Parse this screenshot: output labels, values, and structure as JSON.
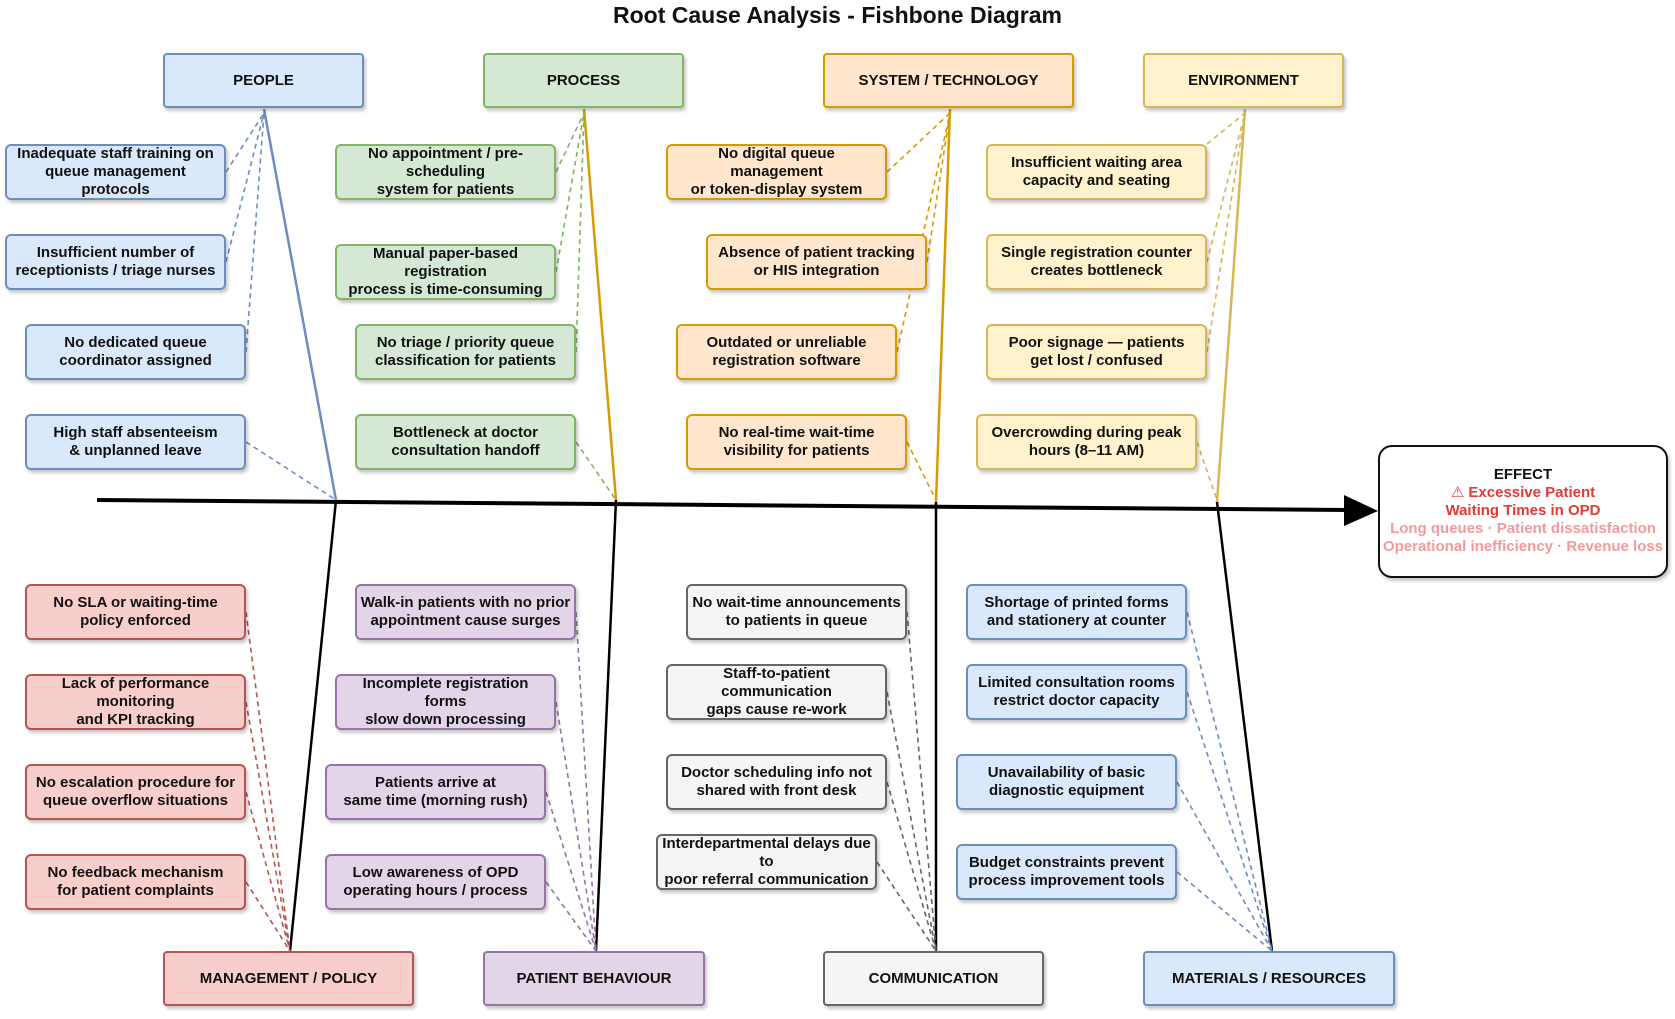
{
  "title": "Root Cause Analysis - Fishbone Diagram",
  "effect": {
    "heading": "EFFECT",
    "line1": "⚠ Excessive Patient",
    "line2": "Waiting Times in OPD",
    "line3": "Long queues · Patient dissatisfaction",
    "line4": "Operational inefficiency · Revenue loss"
  },
  "categories": {
    "people": {
      "label": "PEOPLE",
      "color": "#6c8ebf",
      "fill": "#dae8fc",
      "causes": [
        "Inadequate staff training on\nqueue management protocols",
        "Insufficient number of\nreceptionists / triage nurses",
        "No dedicated queue\ncoordinator assigned",
        "High staff absenteeism\n& unplanned leave"
      ]
    },
    "process": {
      "label": "PROCESS",
      "color": "#82b366",
      "fill": "#d5e8d4",
      "causes": [
        "No appointment / pre-\nscheduling\nsystem for patients",
        "Manual paper-based\nregistration\nprocess is time-consuming",
        "No triage / priority queue\nclassification for patients",
        "Bottleneck at doctor\nconsultation handoff"
      ]
    },
    "system": {
      "label": "SYSTEM / TECHNOLOGY",
      "color": "#d79b00",
      "fill": "#ffe6cc",
      "causes": [
        "No digital queue management\nor token-display system",
        "Absence of patient tracking\nor HIS integration",
        "Outdated or unreliable\nregistration software",
        "No real-time wait-time\nvisibility for patients"
      ]
    },
    "environment": {
      "label": "ENVIRONMENT",
      "color": "#d6b656",
      "fill": "#fff2cc",
      "causes": [
        "Insufficient waiting area\ncapacity and seating",
        "Single registration counter\ncreates bottleneck",
        "Poor signage — patients\nget lost / confused",
        "Overcrowding during peak\nhours (8–11 AM)"
      ]
    },
    "management": {
      "label": "MANAGEMENT / POLICY",
      "color": "#b85450",
      "fill": "#f8cecc",
      "causes": [
        "No SLA or waiting-time\npolicy enforced",
        "Lack of performance\nmonitoring\nand KPI tracking",
        "No escalation procedure for\nqueue overflow situations",
        "No feedback mechanism\nfor patient complaints"
      ]
    },
    "patient": {
      "label": "PATIENT BEHAVIOUR",
      "color": "#9673a6",
      "fill": "#e1d5e7",
      "causes": [
        "Walk-in patients with no prior\nappointment cause surges",
        "Incomplete registration forms\nslow down processing",
        "Patients arrive at\nsame time (morning rush)",
        "Low awareness of OPD\noperating hours / process"
      ]
    },
    "communication": {
      "label": "COMMUNICATION",
      "color": "#666666",
      "fill": "#f5f5f5",
      "causes": [
        "No wait-time announcements\nto patients in queue",
        "Staff-to-patient\ncommunication\ngaps cause re-work",
        "Doctor scheduling info not\nshared with front desk",
        "Interdepartmental delays due\nto\npoor referral communication"
      ]
    },
    "materials": {
      "label": "MATERIALS / RESOURCES",
      "color": "#6c8ebf",
      "fill": "#dae8fc",
      "causes": [
        "Shortage of printed forms\nand stationery at counter",
        "Limited consultation rooms\nrestrict doctor capacity",
        "Unavailability of basic\ndiagnostic equipment",
        "Budget constraints prevent\nprocess improvement tools"
      ]
    }
  }
}
